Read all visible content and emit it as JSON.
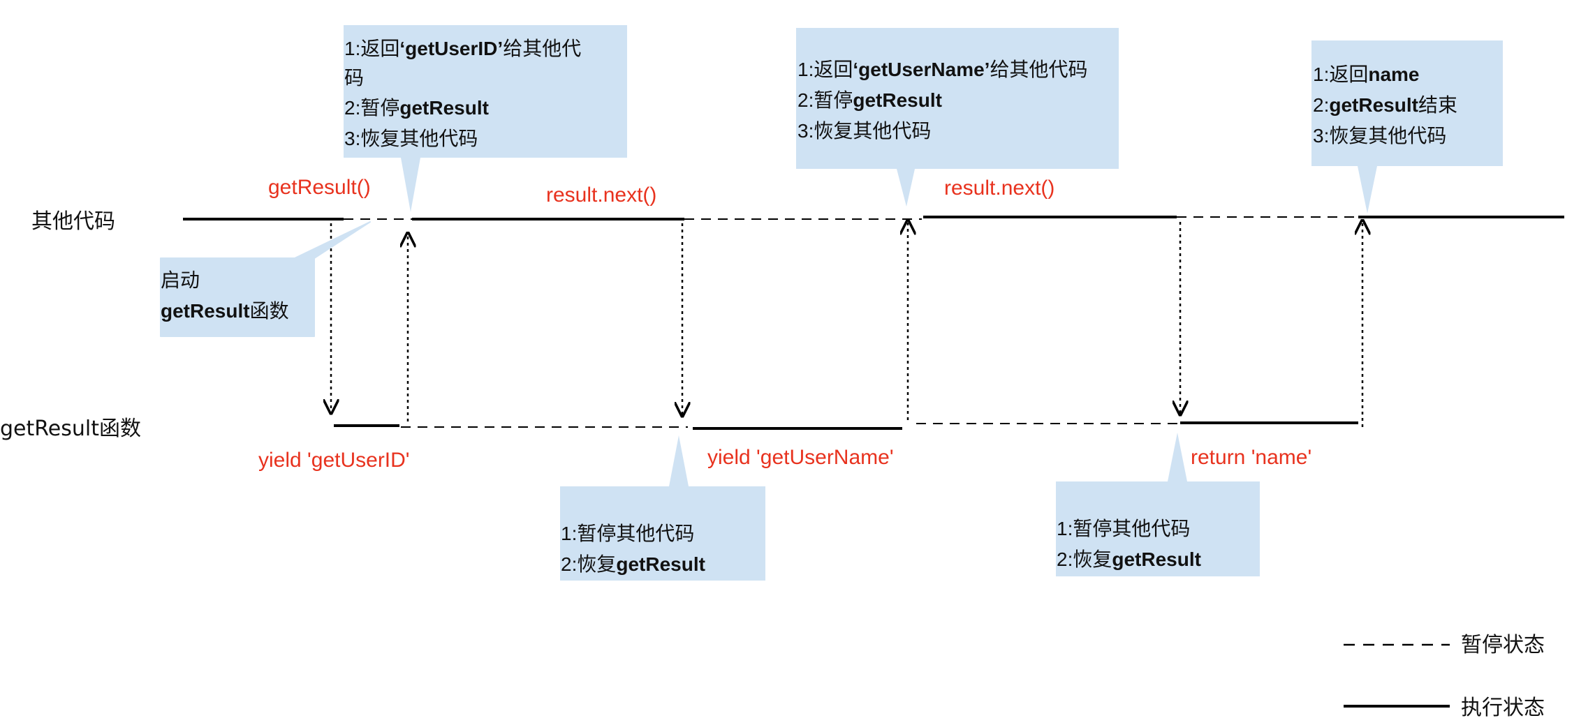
{
  "lanes": {
    "other_code": "其他代码",
    "generator": "getResult函数"
  },
  "calls": {
    "get_result": "getResult()",
    "next_1": "result.next()",
    "next_2": "result.next()"
  },
  "yields": {
    "yield_1": "yield 'getUserID'",
    "yield_2": "yield 'getUserName'",
    "return": "return 'name'"
  },
  "notes": {
    "start": {
      "line1": "启动",
      "line2_bold": "getResult",
      "line2": "函数"
    },
    "return_user_id": {
      "l1_prefix": "1:返回",
      "l1_bold": "‘getUserID’",
      "l1_suffix": "给其他代",
      "l1b": "码",
      "l2_prefix": "2:暂停",
      "l2_bold": "getResult",
      "l3": "3:恢复其他代码"
    },
    "return_user_name": {
      "l1_prefix": "1:返回",
      "l1_bold": "‘getUserName’",
      "l1_suffix": "给其他代码",
      "l2_prefix": "2:暂停",
      "l2_bold": "getResult",
      "l3": "3:恢复其他代码"
    },
    "return_name": {
      "l1_prefix": "1:返回",
      "l1_bold": "name",
      "l2_prefix": "2:",
      "l2_bold": "getResult",
      "l2_suffix": "结束",
      "l3": "3:恢复其他代码"
    },
    "resume_1": {
      "l1": "1:暂停其他代码",
      "l2_prefix": "2:恢复",
      "l2_bold": "getResult"
    },
    "resume_2": {
      "l1": "1:暂停其他代码",
      "l2_prefix": "2:恢复",
      "l2_bold": "getResult"
    }
  },
  "legend": {
    "paused": "暂停状态",
    "running": "执行状态"
  },
  "colors": {
    "note_fill": "#cfe2f3",
    "label_red": "#e8321e",
    "line": "#000000"
  }
}
